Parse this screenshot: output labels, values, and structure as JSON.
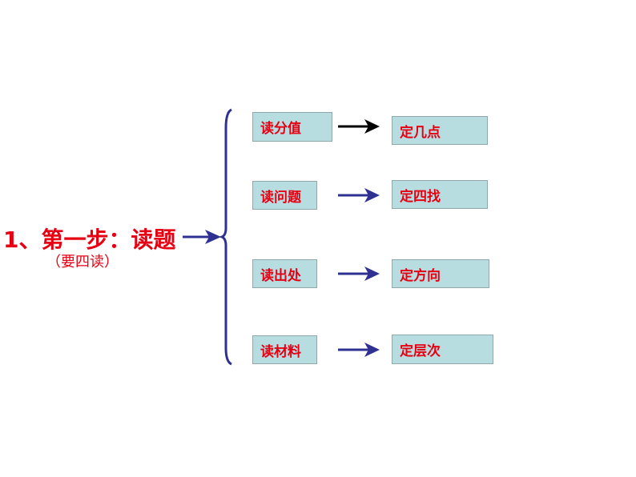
{
  "title": "1、第一步：读题",
  "subtitle": "（要四读）",
  "rows": [
    {
      "read": "读分值",
      "result": "定几点",
      "arrow_color": "#000000"
    },
    {
      "read": "读问题",
      "result": "定四找",
      "arrow_color": "#2e3192"
    },
    {
      "read": "读出处",
      "result": "定方向",
      "arrow_color": "#2e3192"
    },
    {
      "read": "读材料",
      "result": "定层次",
      "arrow_color": "#2e3192"
    }
  ],
  "colors": {
    "text": "#e60012",
    "box": "#b7dde1",
    "brace": "#2e3192"
  }
}
